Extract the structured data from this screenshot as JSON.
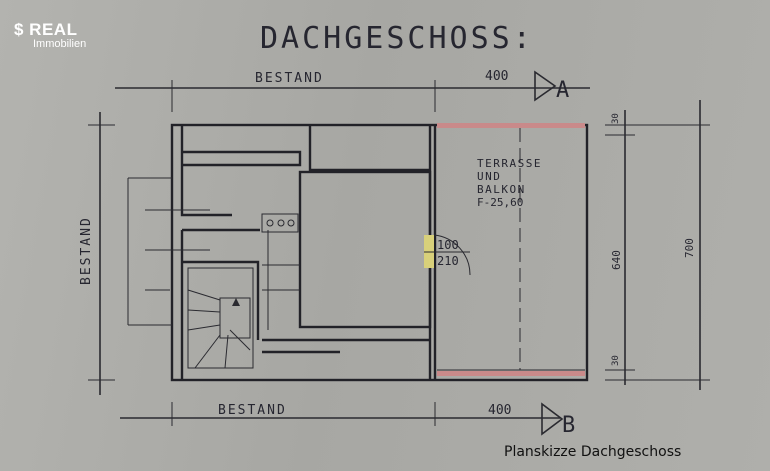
{
  "logo": {
    "brand": "$ REAL",
    "sub": "Immobilien"
  },
  "plan": {
    "title": "DACHGESCHOSS:",
    "top_label": "BESTAND",
    "top_dim": "400",
    "section_a": "A",
    "bottom_label": "BESTAND",
    "bottom_dim": "400",
    "section_b": "B",
    "left_label": "BESTAND",
    "room": {
      "line1": "TERRASSE",
      "line2": "UND",
      "line3": "BALKON",
      "area": "F-25,60"
    },
    "door": {
      "width": "100",
      "height": "210"
    },
    "right_dims": {
      "top": "30",
      "middle": "640",
      "bottom": "30",
      "total": "700"
    }
  },
  "caption": "Planskizze Dachgeschoss",
  "colors": {
    "railing": "#c98a8a",
    "door": "#d8d07a"
  }
}
